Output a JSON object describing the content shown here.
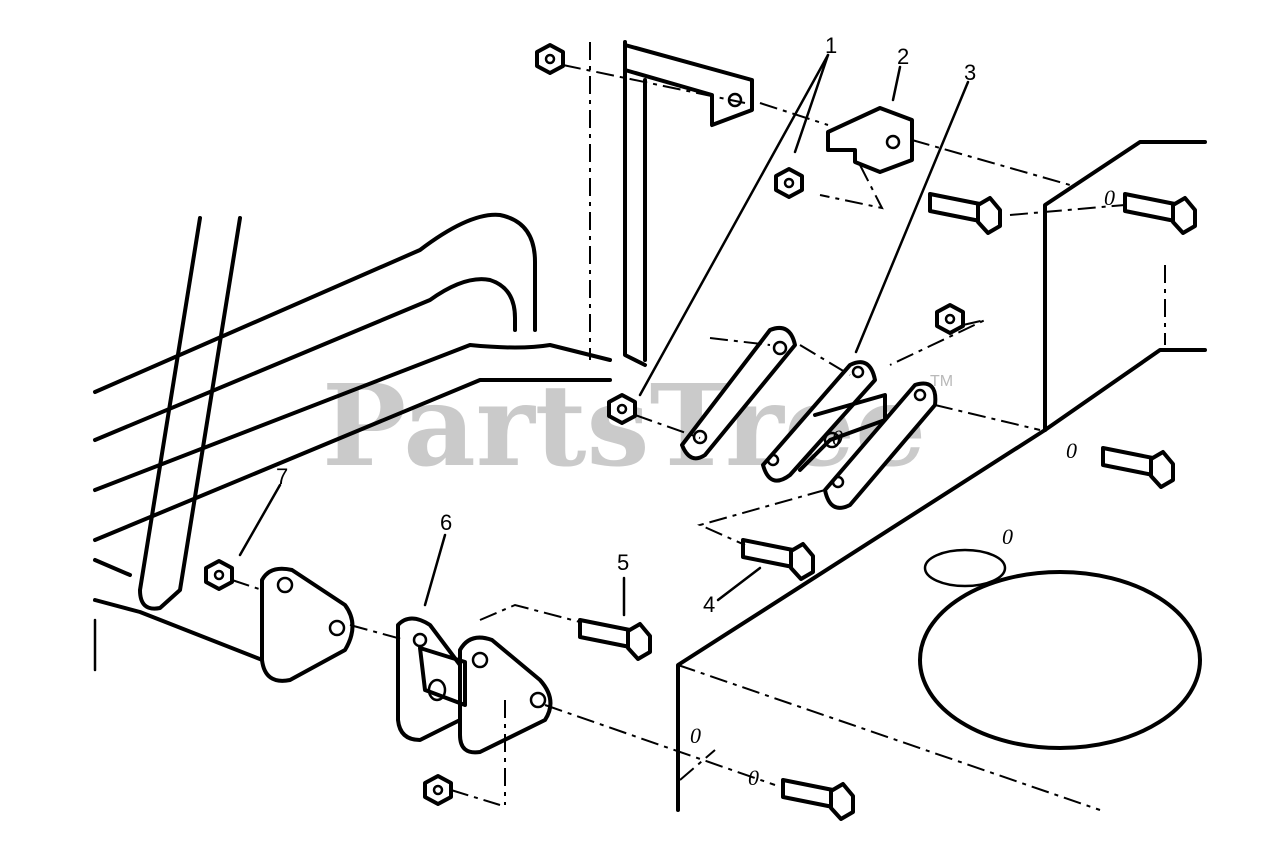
{
  "callouts": [
    {
      "label": "1"
    },
    {
      "label": "2"
    },
    {
      "label": "3"
    },
    {
      "label": "4"
    },
    {
      "label": "5"
    },
    {
      "label": "6"
    },
    {
      "label": "7"
    }
  ],
  "hole_marks": [
    "0",
    "0",
    "0",
    "0",
    "0",
    "0"
  ],
  "watermark": {
    "text": "PartsTree",
    "tm": "TM",
    "color": "#b9b9b9"
  },
  "colors": {
    "ink": "#000000",
    "background": "#ffffff"
  }
}
